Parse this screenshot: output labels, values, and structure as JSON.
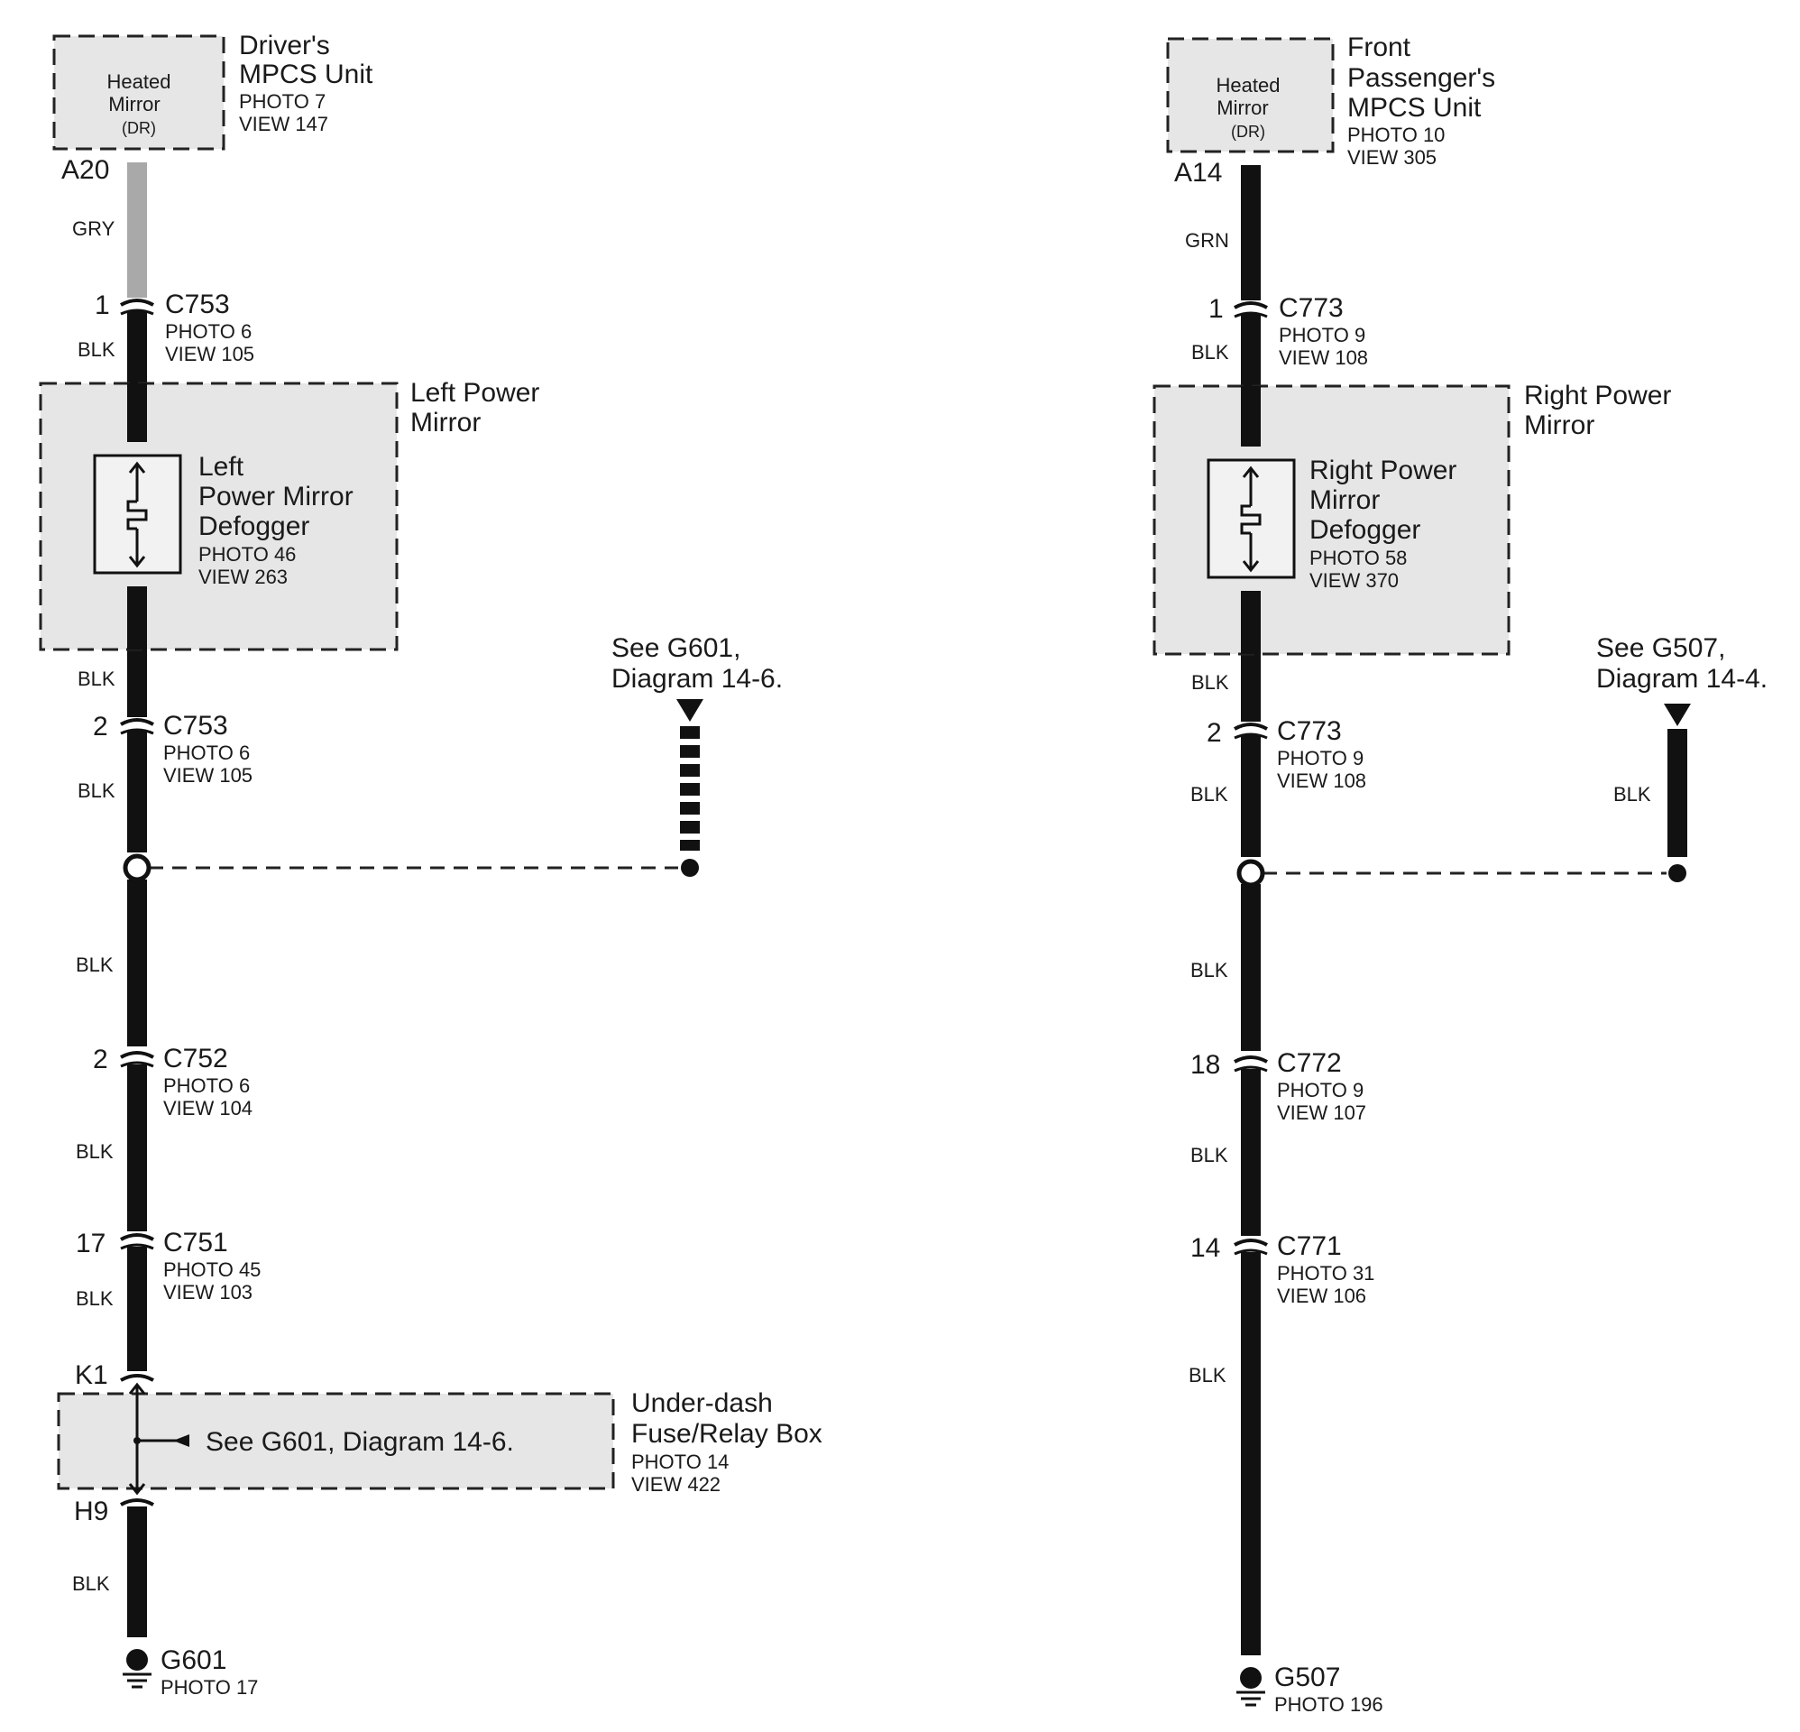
{
  "left": {
    "unit": {
      "label_lines": [
        "Driver's",
        "MPCS Unit"
      ],
      "photo": "PHOTO 7",
      "view": "VIEW 147",
      "inner_lines": [
        "Heated",
        "Mirror",
        "(DR)"
      ],
      "pin": "A20"
    },
    "wire_top_color": "GRY",
    "c753_top": {
      "pin": "1",
      "name": "C753",
      "photo": "PHOTO 6",
      "view": "VIEW 105"
    },
    "wire_after_c753_top": "BLK",
    "mirror": {
      "label_lines": [
        "Left Power",
        "Mirror"
      ]
    },
    "defogger": {
      "lines": [
        "Left",
        "Power Mirror",
        "Defogger"
      ],
      "photo": "PHOTO 46",
      "view": "VIEW 263"
    },
    "wire_below_mirror": "BLK",
    "c753_bottom": {
      "pin": "2",
      "name": "C753",
      "photo": "PHOTO 6",
      "view": "VIEW 105"
    },
    "wire_after_c753_bottom": "BLK",
    "see_ref": [
      "See G601,",
      "Diagram 14-6."
    ],
    "wire_mid": "BLK",
    "c752": {
      "pin": "2",
      "name": "C752",
      "photo": "PHOTO 6",
      "view": "VIEW 104"
    },
    "wire_after_c752": "BLK",
    "c751": {
      "pin": "17",
      "name": "C751",
      "photo": "PHOTO 45",
      "view": "VIEW 103"
    },
    "wire_after_c751": "BLK",
    "fuse_box": {
      "pin_top": "K1",
      "pin_bottom": "H9",
      "inner_text": "See G601, Diagram 14-6.",
      "label_lines": [
        "Under-dash",
        "Fuse/Relay Box"
      ],
      "photo": "PHOTO 14",
      "view": "VIEW 422"
    },
    "wire_after_fuse": "BLK",
    "ground": {
      "name": "G601",
      "photo": "PHOTO 17"
    }
  },
  "right": {
    "unit": {
      "label_lines": [
        "Front",
        "Passenger's",
        "MPCS Unit"
      ],
      "photo": "PHOTO 10",
      "view": "VIEW 305",
      "inner_lines": [
        "Heated",
        "Mirror",
        "(DR)"
      ],
      "pin": "A14"
    },
    "wire_top_color": "GRN",
    "c773_top": {
      "pin": "1",
      "name": "C773",
      "photo": "PHOTO 9",
      "view": "VIEW 108"
    },
    "wire_after_c773_top": "BLK",
    "mirror": {
      "label_lines": [
        "Right Power",
        "Mirror"
      ]
    },
    "defogger": {
      "lines": [
        "Right Power",
        "Mirror",
        "Defogger"
      ],
      "photo": "PHOTO 58",
      "view": "VIEW 370"
    },
    "wire_below_mirror": "BLK",
    "c773_bottom": {
      "pin": "2",
      "name": "C773",
      "photo": "PHOTO 9",
      "view": "VIEW 108"
    },
    "wire_after_c773_bottom": "BLK",
    "see_ref": [
      "See G507,",
      "Diagram 14-4."
    ],
    "ref_wire": "BLK",
    "wire_mid": "BLK",
    "c772": {
      "pin": "18",
      "name": "C772",
      "photo": "PHOTO 9",
      "view": "VIEW 107"
    },
    "wire_after_c772": "BLK",
    "c771": {
      "pin": "14",
      "name": "C771",
      "photo": "PHOTO 31",
      "view": "VIEW 106"
    },
    "wire_after_c771": "BLK",
    "ground": {
      "name": "G507",
      "photo": "PHOTO 196"
    }
  }
}
